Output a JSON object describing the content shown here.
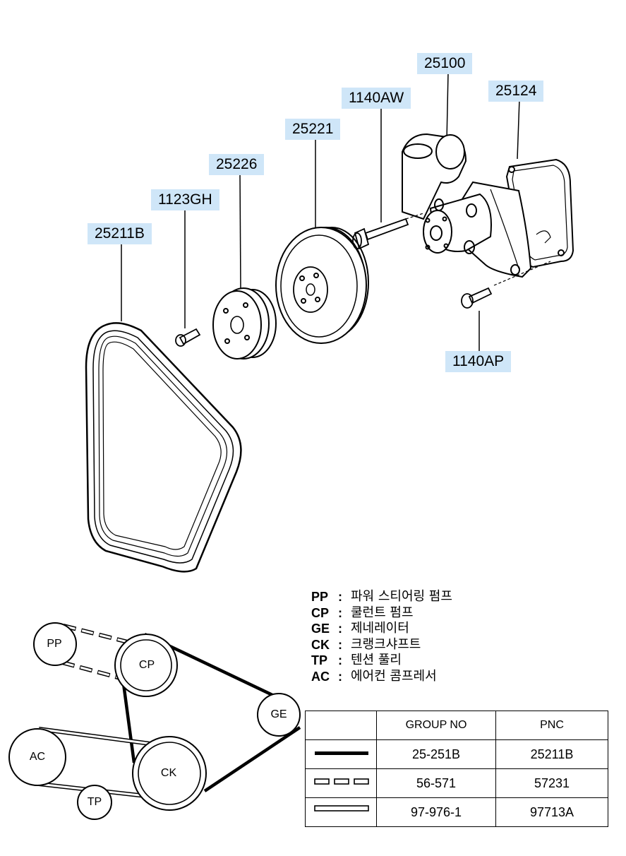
{
  "callouts": {
    "p25100": "25100",
    "p25124": "25124",
    "p1140aw": "1140AW",
    "p25221": "25221",
    "p25226": "25226",
    "p1123gh": "1123GH",
    "p25211b": "25211B",
    "p1140ap": "1140AP"
  },
  "legend": [
    {
      "code": "PP",
      "sep": ":",
      "name": "파워 스티어링 펌프"
    },
    {
      "code": "CP",
      "sep": ":",
      "name": "쿨런트 펌프"
    },
    {
      "code": "GE",
      "sep": ":",
      "name": "제네레이터"
    },
    {
      "code": "CK",
      "sep": ":",
      "name": "크랭크샤프트"
    },
    {
      "code": "TP",
      "sep": ":",
      "name": "텐션 풀리"
    },
    {
      "code": "AC",
      "sep": ":",
      "name": "에어컨 콤프레서"
    }
  ],
  "nodes": {
    "pp": "PP",
    "cp": "CP",
    "ge": "GE",
    "ac": "AC",
    "ck": "CK",
    "tp": "TP"
  },
  "table": {
    "header": {
      "group": "GROUP NO",
      "pnc": "PNC"
    },
    "rows": [
      {
        "style": "solid",
        "group": "25-251B",
        "pnc": "25211B"
      },
      {
        "style": "dashed",
        "group": "56-571",
        "pnc": "57231"
      },
      {
        "style": "hollow",
        "group": "97-976-1",
        "pnc": "97713A"
      }
    ]
  }
}
